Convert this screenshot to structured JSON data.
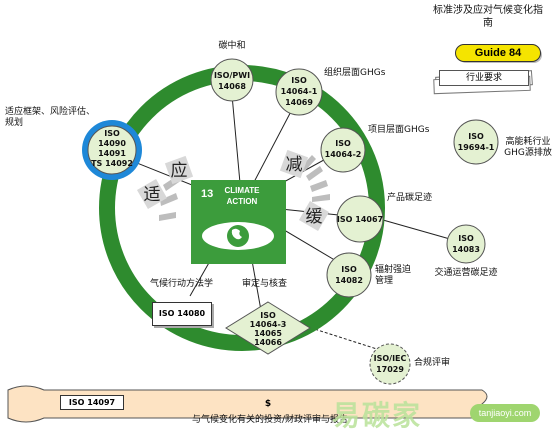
{
  "title": "标准涉及应对气候变化指南",
  "guide": {
    "label": "Guide 84",
    "sub": "行业要求"
  },
  "center": {
    "number": "13",
    "line1": "CLIMATE",
    "line2": "ACTION"
  },
  "ring_chars": {
    "left": [
      "适",
      "应"
    ],
    "right": [
      "减",
      "缓"
    ]
  },
  "nodes": {
    "iso14068": {
      "lines": [
        "ISO/PWI",
        "14068"
      ],
      "label": "碳中和"
    },
    "iso14064_1": {
      "lines": [
        "ISO",
        "14064-1",
        "14069"
      ],
      "label": "组织层面GHGs"
    },
    "iso14064_2": {
      "lines": [
        "ISO",
        "14064-2"
      ],
      "label": "项目层面GHGs"
    },
    "iso14067": {
      "lines": [
        "ISO 14067"
      ],
      "label": "产品碳足迹"
    },
    "iso14083": {
      "lines": [
        "ISO",
        "14083"
      ],
      "label": "交通运营碳足迹"
    },
    "iso14082": {
      "lines": [
        "ISO",
        "14082"
      ],
      "label": "辐射强迫管理"
    },
    "iso19694": {
      "lines": [
        "ISO",
        "19694-1"
      ],
      "label": "高能耗行业GHG源排放"
    },
    "iso14090": {
      "lines": [
        "ISO",
        "14090",
        "14091",
        "TS 14092"
      ],
      "label": "适应框架、风险评估、规划"
    },
    "iso17029": {
      "lines": [
        "ISO/IEC",
        "17029"
      ],
      "label": "合规评审"
    },
    "iso14064_3": {
      "lines": [
        "ISO",
        "14064-3",
        "14065",
        "14066"
      ],
      "label": "审定与核查"
    },
    "iso14080": {
      "label": "ISO 14080",
      "method": "气候行动方法学"
    }
  },
  "banner": {
    "code": "ISO 14097",
    "dollar": "$",
    "text": "与气候变化有关的投资/财政评审与报告"
  },
  "watermark": {
    "text": "易碳家",
    "url": "tanjiaoyi.com"
  },
  "colors": {
    "ring": "#2e8b2e",
    "center": "#3c9c3c",
    "node_fill": "#e4f1d2",
    "guide": "#f5e400",
    "blue": "#1e88d8"
  }
}
